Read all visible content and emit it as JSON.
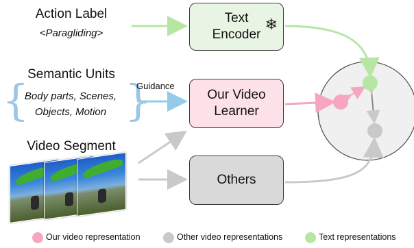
{
  "left": {
    "action_label_title": "Action Label",
    "action_label_value": "<Paragliding>",
    "semantic_units_title": "Semantic Units",
    "semantic_units_line1": "Body parts,  Scenes,",
    "semantic_units_line2": "Objects,  Motion",
    "video_segment_title": "Video Segment"
  },
  "guidance_label": "Guidance",
  "boxes": {
    "text_encoder_line1": "Text",
    "text_encoder_line2": "Encoder",
    "frozen_icon": "❄",
    "video_learner_line1": "Our Video",
    "video_learner_line2": "Learner",
    "others": "Others"
  },
  "legend": {
    "our": "Our video representation",
    "other": "Other video representations",
    "text": "Text representations"
  },
  "colors": {
    "our_pink": "#f6a6bf",
    "other_gray": "#c9c9c9",
    "text_green": "#b7e6a3",
    "text_encoder_fill": "#e9f5e4",
    "video_learner_fill": "#fde1e8",
    "others_fill": "#d9d9d9",
    "embedding_circle_fill": "#f0f0f0",
    "guidance_blue": "#94cbea"
  }
}
